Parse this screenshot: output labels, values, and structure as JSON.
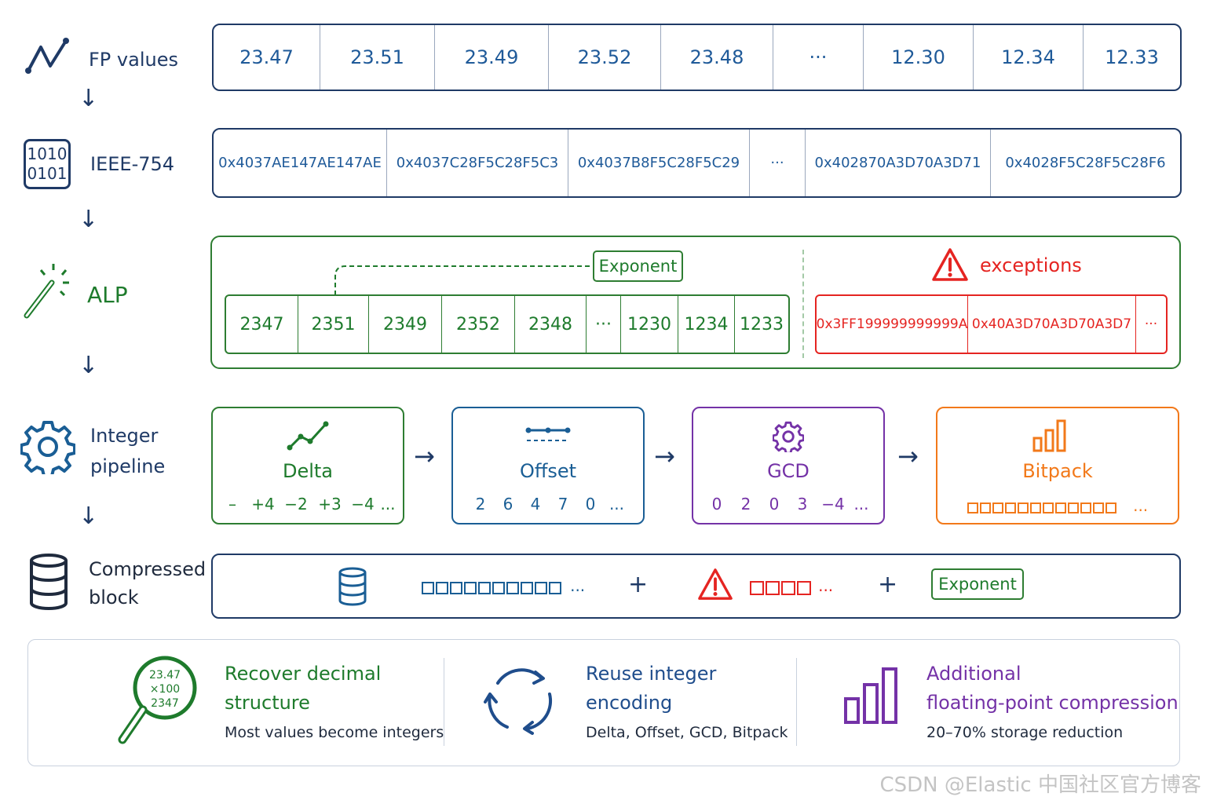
{
  "labels": {
    "fp_values": "FP values",
    "ieee_754": "IEEE-754",
    "ieee_icon_line1": "1010",
    "ieee_icon_line2": "0101",
    "alp": "ALP",
    "integer_line1": "Integer",
    "integer_line2": "pipeline",
    "compressed_line1": "Compressed",
    "compressed_line2": "block",
    "arrow": "↓"
  },
  "fp_values": [
    "23.47",
    "23.51",
    "23.49",
    "23.52",
    "23.48",
    "···",
    "12.30",
    "12.34",
    "12.33"
  ],
  "hex_values": [
    "0x4037AE147AE147AE",
    "0x4037C28F5C28F5C3",
    "0x4037B8F5C28F5C29",
    "···",
    "0x402870A3D70A3D71",
    "0x4028F5C28F5C28F6"
  ],
  "alp": {
    "exponent_label": "Exponent",
    "exceptions_label": "exceptions",
    "integers": [
      "2347",
      "2351",
      "2349",
      "2352",
      "2348",
      "···",
      "1230",
      "1234",
      "1233"
    ],
    "exceptions": [
      "0x3FF199999999999A",
      "0x40A3D70A3D70A3D7",
      "···"
    ]
  },
  "pipeline": {
    "arrow": "→",
    "stages": [
      {
        "name": "Delta",
        "values": [
          "–",
          "+4",
          "−2",
          "+3",
          "−4",
          "..."
        ],
        "color": "#1e7b2c"
      },
      {
        "name": "Offset",
        "values": [
          "2",
          "6",
          "4",
          "7",
          "0",
          "..."
        ],
        "color": "#1a5e95"
      },
      {
        "name": "GCD",
        "values": [
          "0",
          "2",
          "0",
          "3",
          "−4",
          "..."
        ],
        "color": "#7432a7"
      },
      {
        "name": "Bitpack",
        "values": [
          "..."
        ],
        "color": "#f2791a"
      }
    ]
  },
  "compressed": {
    "plus": "+",
    "ellipsis": "...",
    "exponent_label": "Exponent"
  },
  "benefits": [
    {
      "title_line1": "Recover decimal",
      "title_line2": "structure",
      "subtitle": "Most values become integers",
      "color": "#1e7b2c",
      "icon_text": [
        "23.47",
        "×100",
        "2347"
      ]
    },
    {
      "title_line1": "Reuse integer",
      "title_line2": "encoding",
      "subtitle": "Delta, Offset, GCD, Bitpack",
      "color": "#1f4d8c"
    },
    {
      "title_line1": "Additional",
      "title_line2": "floating-point compression",
      "subtitle": "20–70% storage reduction",
      "color": "#7432a7"
    }
  ],
  "watermark": "CSDN @Elastic 中国社区官方博客"
}
